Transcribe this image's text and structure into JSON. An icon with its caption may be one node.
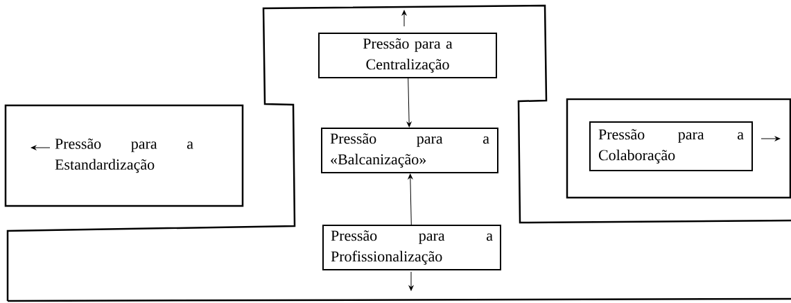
{
  "diagram": {
    "nodes": [
      {
        "text": [
          "Pressão para a Centralização"
        ]
      },
      {
        "text": [
          "Pressão para a Estandardização"
        ]
      },
      {
        "text": [
          "Pressão para a «Balcanização»"
        ]
      },
      {
        "text": [],
        "shape": "box"
      },
      {
        "text": [
          "Pressão para a Colaboração"
        ],
        "in": 3
      },
      {
        "text": [
          "Pressão para a Profissionalização"
        ]
      }
    ],
    "edges": [
      {
        "from": 0,
        "to": 2,
        "arrow": "to"
      },
      {
        "from": 5,
        "to": 2,
        "arrow": "to"
      }
    ]
  }
}
